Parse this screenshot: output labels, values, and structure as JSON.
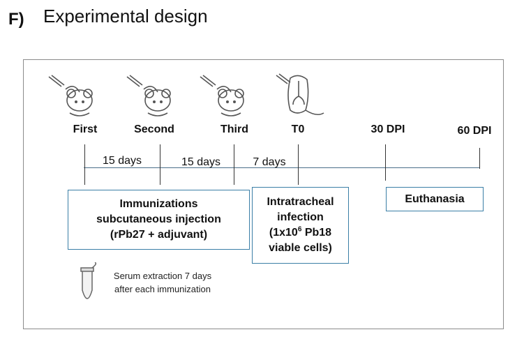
{
  "panel_label": "F)",
  "title": "Experimental design",
  "stages": {
    "first": "First",
    "second": "Second",
    "third": "Third",
    "t0": "T0",
    "dpi30": "30 DPI",
    "dpi60": "60 DPI"
  },
  "intervals": {
    "a": "15 days",
    "b": "15 days",
    "c": "7 days"
  },
  "immunization_box": {
    "line1": "Immunizations",
    "line2": "subcutaneous injection",
    "line3": "(rPb27 + adjuvant)"
  },
  "infection_box": {
    "line1": "Intratracheal",
    "line2": "infection",
    "line3_prefix": "(1x10",
    "line3_sup": "6",
    "line3_suffix": " Pb18",
    "line4": "viable cells)"
  },
  "euthanasia_box": {
    "label": "Euthanasia"
  },
  "serum_note": "Serum extraction 7 days after each immunization",
  "icons": [
    "mouse-syringe-icon",
    "mouse-intratracheal-icon",
    "tube-icon"
  ],
  "colors": {
    "axis": "#4a6e8a",
    "box_border": "#3a7ea6",
    "frame": "#8a8a8a"
  }
}
